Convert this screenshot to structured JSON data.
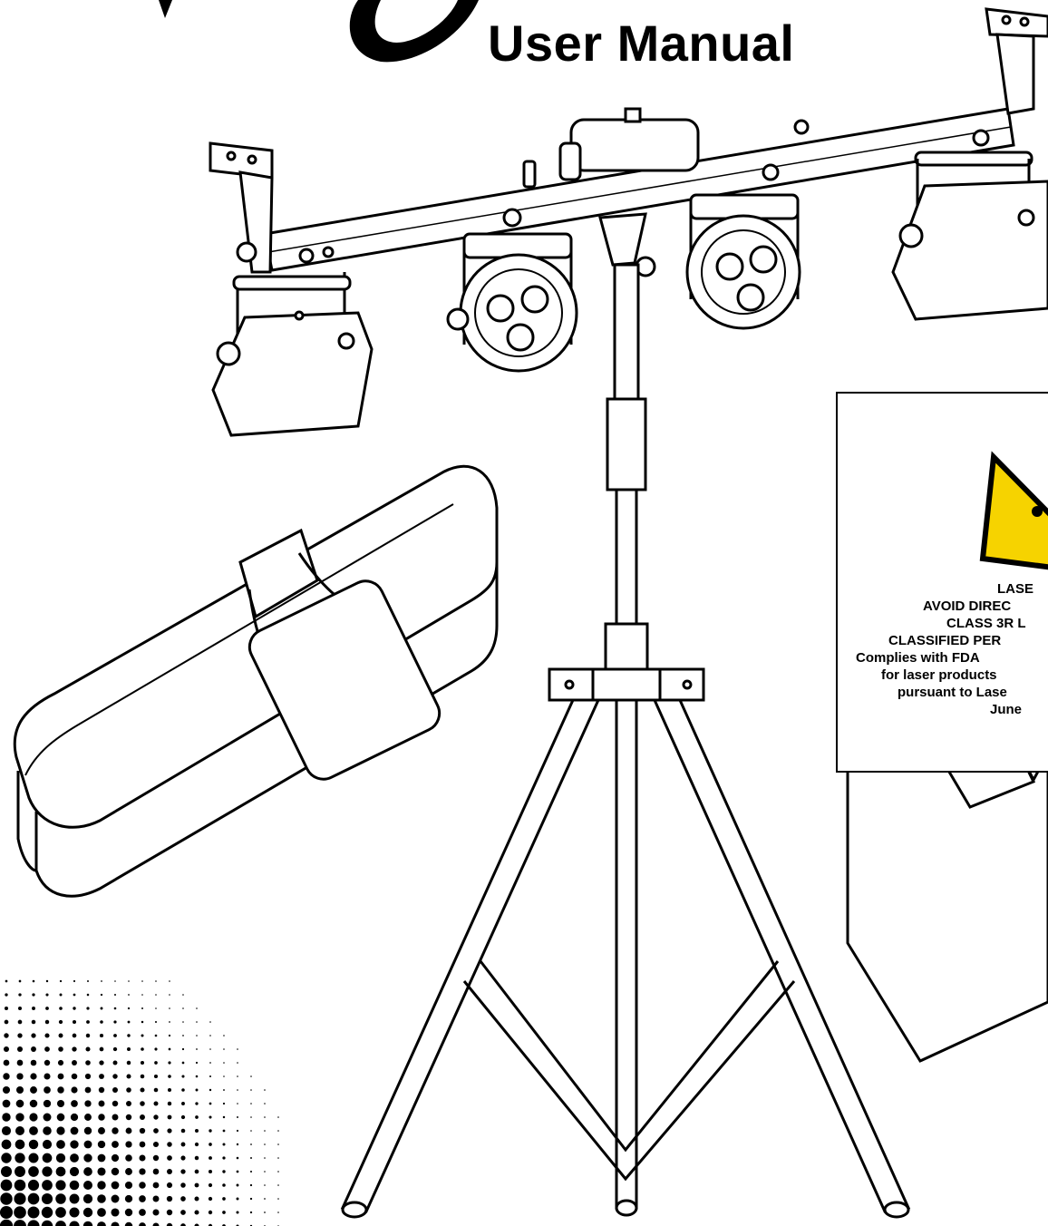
{
  "document": {
    "title": "User Manual",
    "title_script_glyph": "g"
  },
  "laser_warning_label": {
    "lines": [
      "LASE",
      "AVOID DIREC",
      "CLASS 3R L",
      "CLASSIFIED PER",
      "Complies with FDA",
      "for laser products",
      "pursuant to Lase",
      "June"
    ],
    "icon": "laser-warning-triangle-icon",
    "triangle_color": "#f6d300"
  },
  "illustrations": [
    "lighting-bar-with-four-fixtures",
    "tripod-stand",
    "carry-bag",
    "foot-controller",
    "halftone-dot-pattern"
  ]
}
